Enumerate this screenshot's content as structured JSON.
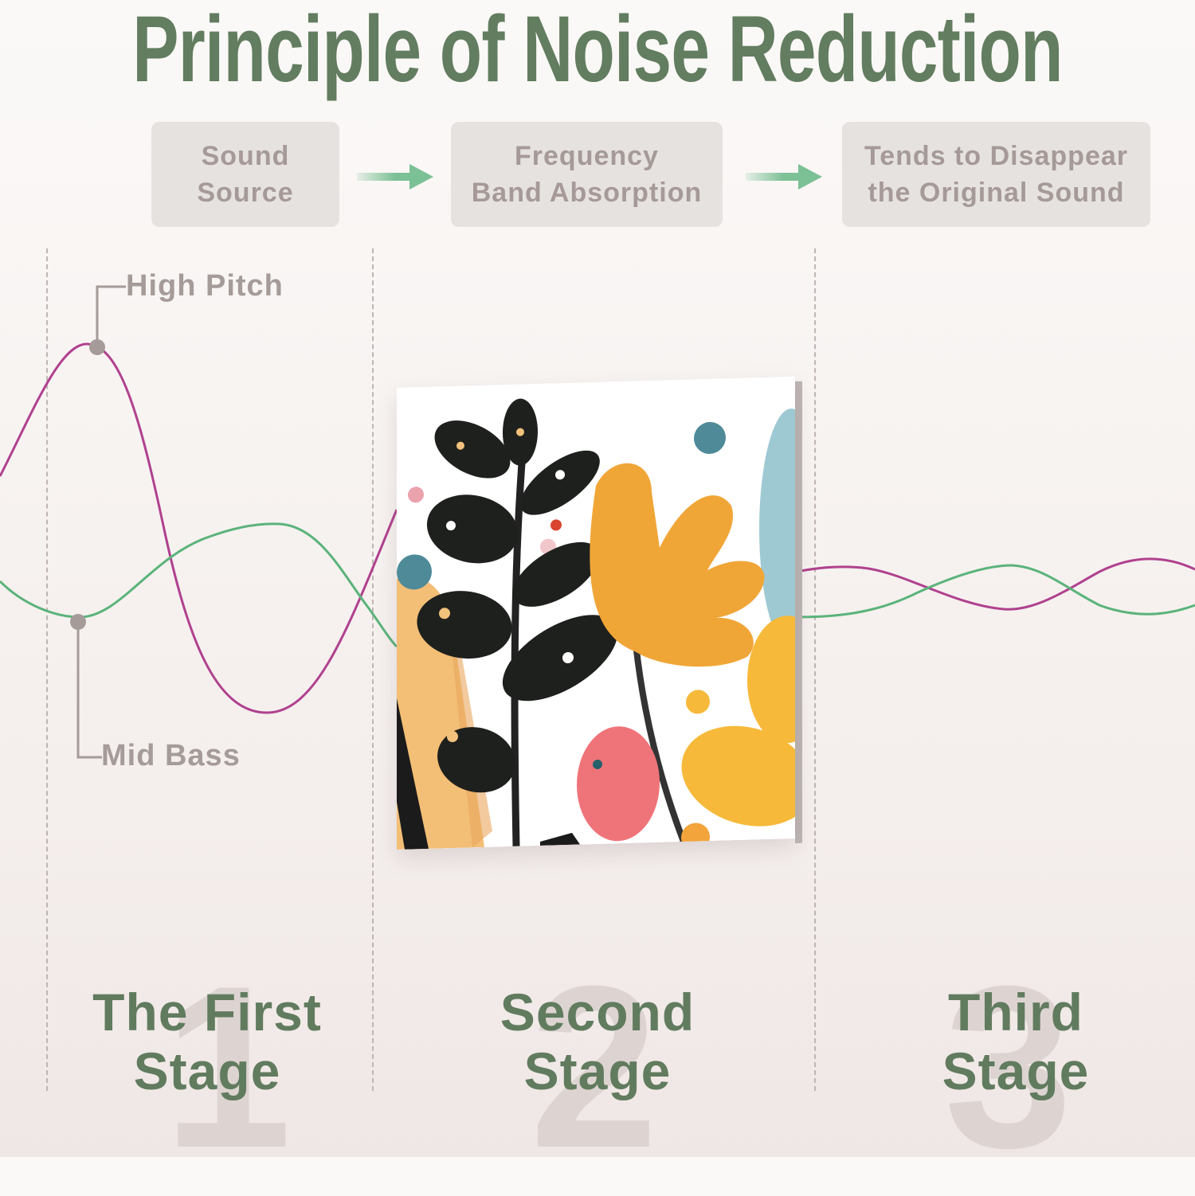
{
  "title": "Principle of Noise Reduction",
  "flow": {
    "steps": [
      {
        "label": "Sound\nSource"
      },
      {
        "label": "Frequency\nBand Absorption"
      },
      {
        "label": "Tends to Disappear\nthe Original Sound"
      }
    ],
    "arrow_color": "#7cc095"
  },
  "annotations": {
    "high_pitch": "High Pitch",
    "mid_bass": "Mid Bass"
  },
  "waves": {
    "high_pitch_color": "#b0418f",
    "mid_bass_color": "#5bb37a"
  },
  "panel": {
    "description": "Acoustic panel with abstract floral art (black leaves, orange flower, pink and blue shapes)"
  },
  "stages": [
    {
      "number": "1",
      "label": "The First\nStage"
    },
    {
      "number": "2",
      "label": "Second\nStage"
    },
    {
      "number": "3",
      "label": "Third\nStage"
    }
  ],
  "colors": {
    "title_green": "#627d5f",
    "box_bg": "#e6e2e0",
    "box_text": "#a69a98",
    "stage_green": "#617b5e"
  }
}
